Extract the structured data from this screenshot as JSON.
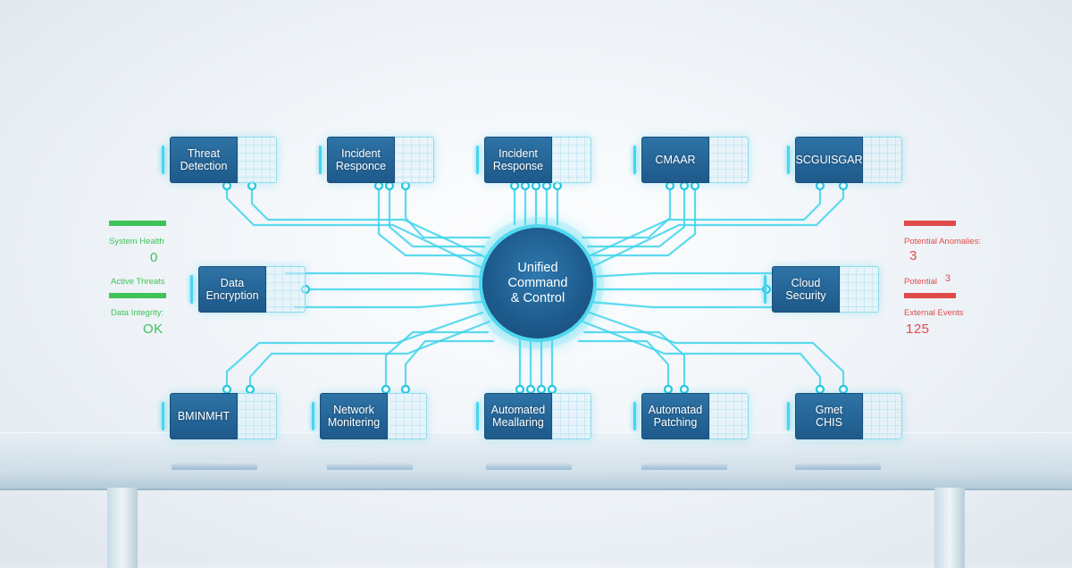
{
  "hub": {
    "label": "Unified\nCommand\n& Control"
  },
  "modules": {
    "threat_detection": {
      "label": "Threat\nDetection"
    },
    "incident_responce": {
      "label": "Incident\nResponce"
    },
    "incident_response": {
      "label": "Incident\nResponse"
    },
    "top_4": {
      "label": "CMAAR"
    },
    "top_5": {
      "label": "SCGUISGAR"
    },
    "data_encryption": {
      "label": "Data\nEncryption"
    },
    "cloud_security": {
      "label": "Cloud\nSecurity"
    },
    "bottom_1": {
      "label": "BMINMHT"
    },
    "network_monitoring": {
      "label": "Network\nMonitering"
    },
    "automated_monitoring": {
      "label": "Automated\nMeallaring"
    },
    "automated_patching": {
      "label": "Automatad\nPatching"
    },
    "bottom_5": {
      "label": "Gmet\nCHIS"
    }
  },
  "status_left": {
    "system_health": {
      "label": "System Health",
      "value": "0"
    },
    "active_threats": {
      "label": "Active Threats"
    },
    "data_integrity": {
      "label": "Data Integrity:",
      "value": "OK"
    }
  },
  "status_right": {
    "potential_anomalies": {
      "label": "Potential Anomalies:",
      "value": "3"
    },
    "potential": {
      "label": "Potential",
      "value": "3"
    },
    "external_events": {
      "label": "External Events",
      "value": "125"
    }
  },
  "colors": {
    "accent": "#3fd3ec",
    "module_face": "#2e73a6",
    "ok": "#3ec25a",
    "alert": "#e04a4a"
  }
}
